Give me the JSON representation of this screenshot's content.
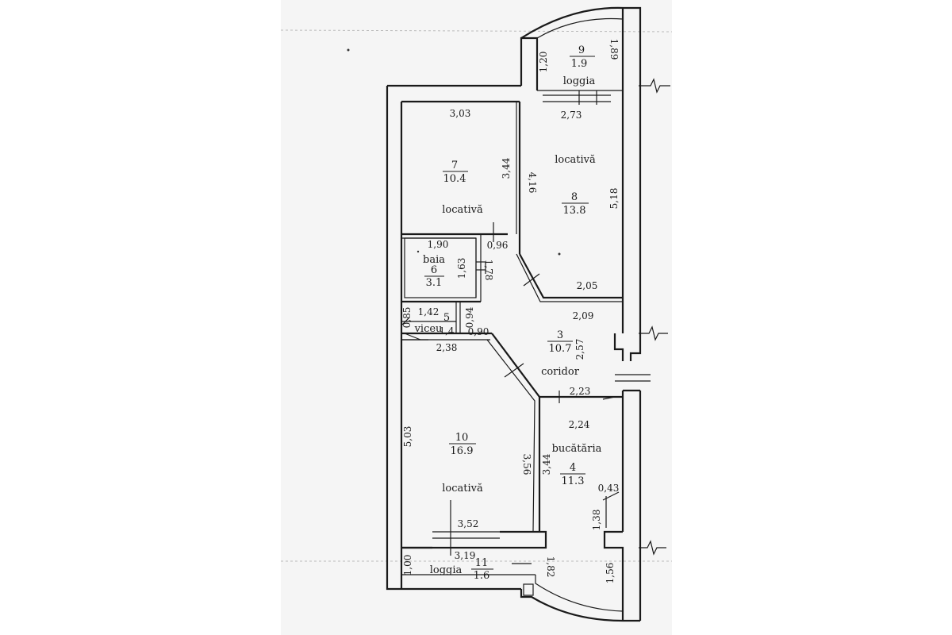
{
  "rooms": [
    {
      "id": "loggia-top",
      "number": "9",
      "area": "1.9",
      "name": "loggia"
    },
    {
      "id": "room-7",
      "number": "7",
      "area": "10.4",
      "name": "locativă"
    },
    {
      "id": "room-8",
      "number": "8",
      "area": "13.8",
      "name": "locativă"
    },
    {
      "id": "bath",
      "number": "6",
      "area": "3.1",
      "name": "baia"
    },
    {
      "id": "wc",
      "number": "5",
      "area": "",
      "name": "viceu"
    },
    {
      "id": "corridor",
      "number": "3",
      "area": "10.7",
      "name": "coridor"
    },
    {
      "id": "room-10",
      "number": "10",
      "area": "16.9",
      "name": "locativă"
    },
    {
      "id": "kitchen",
      "number": "4",
      "area": "11.3",
      "name": "bucătăria"
    },
    {
      "id": "loggia-bottom",
      "number": "11",
      "area": "1.6",
      "name": "loggia"
    }
  ],
  "dimensions": [
    "1,89",
    "1,20",
    "3,03",
    "2,73",
    "3,44",
    "4,16",
    "5,18",
    "1,90",
    "0,96",
    "1,63",
    "1,78",
    "2,05",
    "1,42",
    "0,85",
    "0,94",
    "1,4",
    "0,90",
    "2,09",
    "2,38",
    "2,57",
    "2,23",
    "2,24",
    "5,03",
    "3,56",
    "3,44",
    "0,43",
    "3,52",
    "1,38",
    "3,19",
    "1,00",
    "1,82",
    "1,56"
  ]
}
